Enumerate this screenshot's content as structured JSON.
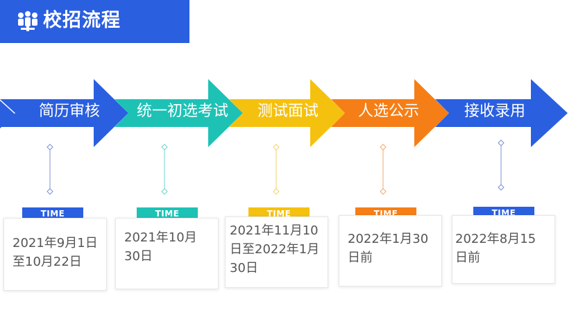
{
  "header": {
    "title": "校招流程",
    "icon": "people-network-icon",
    "color": "#2a5fe0"
  },
  "stages": [
    {
      "label": "简历审核",
      "color": "#2a5fe0",
      "badge": "TIME",
      "date": "2021年9月1日至10月22日"
    },
    {
      "label": "统一初选考试",
      "color": "#1dc2b5",
      "badge": "TIME",
      "date": "2021年10月30日"
    },
    {
      "label": "测试面试",
      "color": "#f5c10f",
      "badge": "TIME",
      "date": "2021年11月10日至2022年1月30日"
    },
    {
      "label": "人选公示",
      "color": "#f57e16",
      "badge": "TIME",
      "date": "2022年1月30日前"
    },
    {
      "label": "接收录用",
      "color": "#2a5fe0",
      "badge": "TIME",
      "date": "2022年8月15日前"
    }
  ]
}
